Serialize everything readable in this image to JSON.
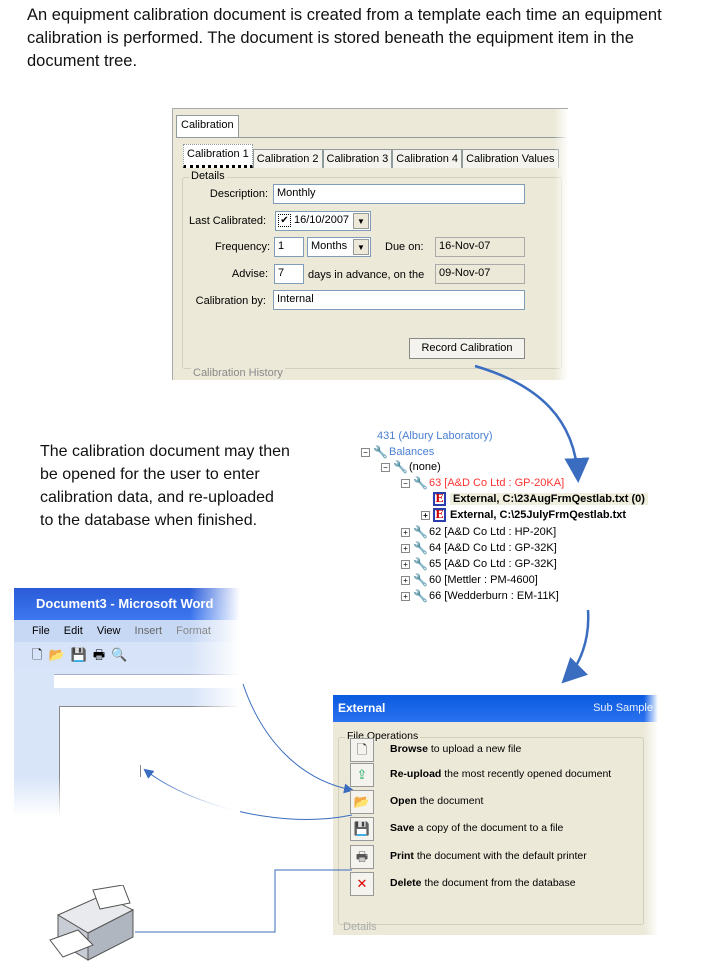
{
  "intro": "An equipment calibration document is created from a template each time an equipment calibration is performed. The document is stored beneath the equipment item in the document tree.",
  "paragraph": "The calibration document may then be opened for the user to enter calibration data, and re-uploaded to the database when finished.",
  "calibration": {
    "outer_tab": "Calibration",
    "tabs": [
      "Calibration 1",
      "Calibration 2",
      "Calibration 3",
      "Calibration 4",
      "Calibration Values"
    ],
    "details_title": "Details",
    "description_label": "Description:",
    "description": "Monthly",
    "last_calibrated_label": "Last Calibrated:",
    "last_calibrated": "16/10/2007",
    "last_calibrated_checked": true,
    "frequency_label": "Frequency:",
    "frequency": "1",
    "frequency_unit": "Months",
    "due_on_label": "Due on:",
    "due_on": "16-Nov-07",
    "advise_label": "Advise:",
    "advise": "7",
    "advise_text": "days in advance, on the",
    "advise_date": "09-Nov-07",
    "calibration_by_label": "Calibration by:",
    "calibration_by": "Internal",
    "record_button": "Record Calibration",
    "history_title": "Calibration History"
  },
  "tree": {
    "root": "431 (Albury Laboratory)",
    "group": "Balances",
    "sub": "(none)",
    "selected_item": "63 [A&D Co Ltd : GP-20KA]",
    "docs": [
      "External, C:\\23AugFrmQestlab.txt (0)",
      "External, C:\\25JulyFrmQestlab.txt"
    ],
    "items": [
      "62 [A&D Co Ltd : HP-20K]",
      "64 [A&D Co Ltd : GP-32K]",
      "65 [A&D Co Ltd : GP-32K]",
      "60 [Mettler : PM-4600]",
      "66 [Wedderburn : EM-11K]"
    ],
    "highlight_color": "#ff3333"
  },
  "word": {
    "title": "Document3 - Microsoft Word",
    "menu": [
      "File",
      "Edit",
      "View",
      "Insert",
      "Format"
    ]
  },
  "external": {
    "title": "External",
    "title_right": "Sub Sample",
    "group_title": "File Operations",
    "ops": [
      {
        "icon": "new-file-icon",
        "bold": "Browse",
        "text": "to upload a new file"
      },
      {
        "icon": "reupload-icon",
        "bold": "Re-upload",
        "text": "the most recently opened document"
      },
      {
        "icon": "open-folder-icon",
        "bold": "Open",
        "text": "the document"
      },
      {
        "icon": "save-icon",
        "bold": "Save",
        "text": "a copy of the document to a file"
      },
      {
        "icon": "print-icon",
        "bold": "Print",
        "text": "the document with the default printer"
      },
      {
        "icon": "delete-icon",
        "bold": "Delete",
        "text": "the document from the database"
      }
    ],
    "details_title": "Details"
  },
  "arrow_color": "#3a6cc0"
}
